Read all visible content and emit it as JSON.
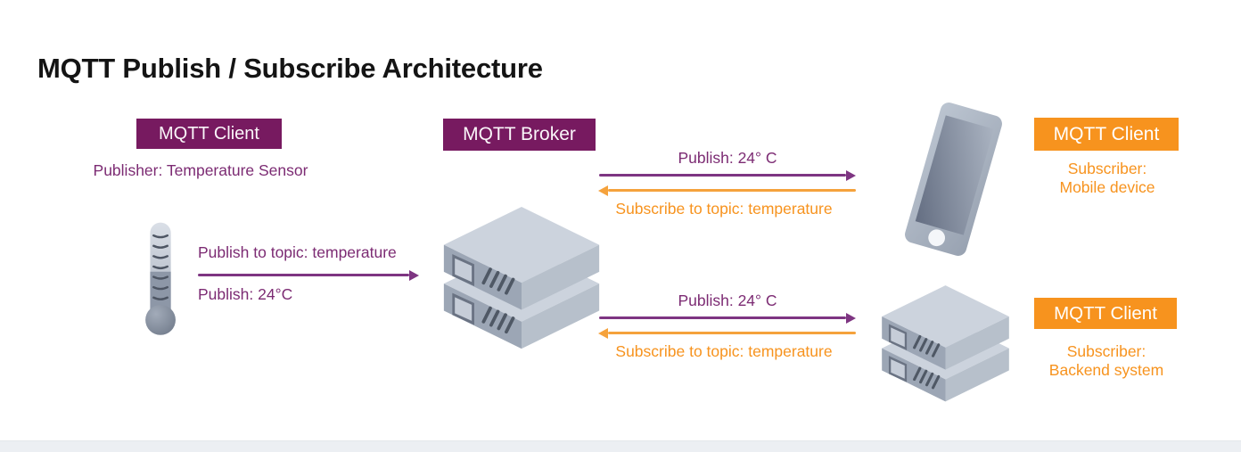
{
  "page": {
    "title": "MQTT Publish / Subscribe Architecture"
  },
  "publisher": {
    "badge": "MQTT Client",
    "role": "Publisher: Temperature Sensor",
    "icon": "thermometer"
  },
  "publish_flow": {
    "topic_label": "Publish to topic: temperature",
    "value_label": "Publish: 24°C"
  },
  "broker": {
    "badge": "MQTT Broker",
    "icon": "server-stack"
  },
  "flows": {
    "mobile": {
      "publish": "Publish: 24° C",
      "subscribe": "Subscribe to topic: temperature"
    },
    "backend": {
      "publish": "Publish: 24° C",
      "subscribe": "Subscribe to topic: temperature"
    }
  },
  "subscribers": {
    "mobile": {
      "badge": "MQTT Client",
      "role1": "Subscriber:",
      "role2": "Mobile device",
      "icon": "smartphone"
    },
    "backend": {
      "badge": "MQTT Client",
      "role1": "Subscriber:",
      "role2": "Backend system",
      "icon": "server-stack"
    }
  },
  "colors": {
    "badge_purple": "#771A60",
    "text_purple": "#7C2B73",
    "arrow_purple": "#7E3582",
    "badge_orange": "#F7931E",
    "arrow_orange": "#F5A23C",
    "device_gray": "#AEB8C6"
  }
}
